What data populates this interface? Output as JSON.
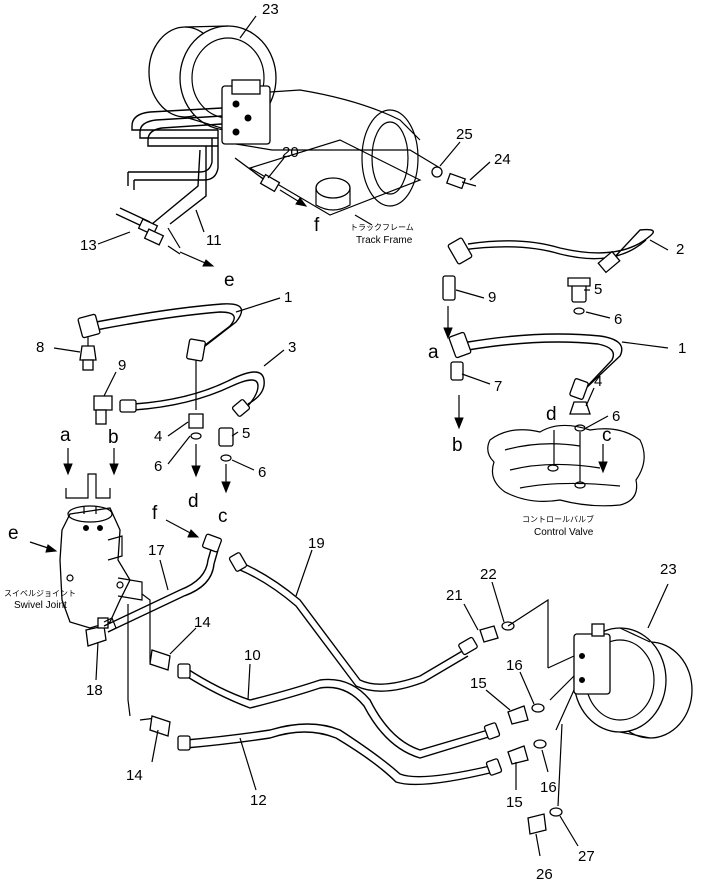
{
  "callouts": {
    "n23_top": "23",
    "n25": "25",
    "n24": "24",
    "n20": "20",
    "n13": "13",
    "n11": "11",
    "n2": "2",
    "n1_right": "1",
    "n5_right": "5",
    "n6_right_a": "6",
    "n9_right": "9",
    "n7": "7",
    "n4_right": "4",
    "n6_right_b": "6",
    "n1_left": "1",
    "n8": "8",
    "n9_left": "9",
    "n3": "3",
    "n4_left": "4",
    "n5_left": "5",
    "n6_left_a": "6",
    "n6_left_b": "6",
    "n17": "17",
    "n19": "19",
    "n18": "18",
    "n14_a": "14",
    "n14_b": "14",
    "n10": "10",
    "n12": "12",
    "n21": "21",
    "n22": "22",
    "n23_bottom": "23",
    "n15_a": "15",
    "n15_b": "15",
    "n16_a": "16",
    "n16_b": "16",
    "n26": "26",
    "n27": "27"
  },
  "letters": {
    "f_top": "f",
    "e_top": "e",
    "a_right": "a",
    "b_right": "b",
    "d_right": "d",
    "c_right": "c",
    "a_left": "a",
    "b_left": "b",
    "d_left": "d",
    "c_left": "c",
    "e_left": "e",
    "f_mid": "f"
  },
  "captions": {
    "track_frame_jp": "トラックフレーム",
    "track_frame_en": "Track Frame",
    "control_valve_jp": "コントロールバルブ",
    "control_valve_en": "Control Valve",
    "swivel_joint_jp": "スイベルジョイント",
    "swivel_joint_en": "Swivel Joint"
  }
}
